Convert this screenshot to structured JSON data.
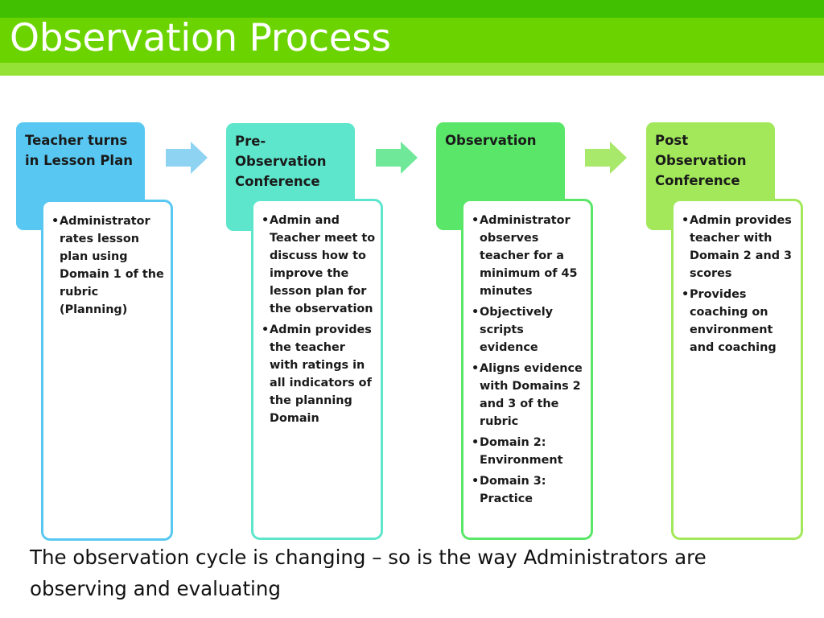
{
  "title": "Observation Process",
  "colors": {
    "step1": "#58c8f2",
    "step2": "#5ee6cc",
    "step3": "#5ae668",
    "step4": "#a2e85a"
  },
  "steps": [
    {
      "heading": "Teacher turns in Lesson Plan",
      "bullets": [
        "Administrator rates lesson plan using Domain 1 of the rubric (Planning)"
      ]
    },
    {
      "heading": "Pre-Observation Conference",
      "bullets": [
        "Admin and Teacher meet to discuss how to improve the lesson plan for the observation",
        "Admin provides the teacher with ratings in all indicators of the planning Domain"
      ]
    },
    {
      "heading": "Observation",
      "bullets": [
        "Administrator observes teacher for a minimum of 45 minutes",
        "Objectively scripts evidence",
        "Aligns evidence with Domains 2 and 3 of the rubric",
        "Domain 2: Environment",
        "Domain 3: Practice"
      ]
    },
    {
      "heading": "Post Observation Conference",
      "bullets": [
        "Admin provides teacher with Domain 2 and 3 scores",
        "Provides coaching on environment and coaching"
      ]
    }
  ],
  "footer": "The observation cycle is changing – so is the way Administrators are observing and evaluating"
}
